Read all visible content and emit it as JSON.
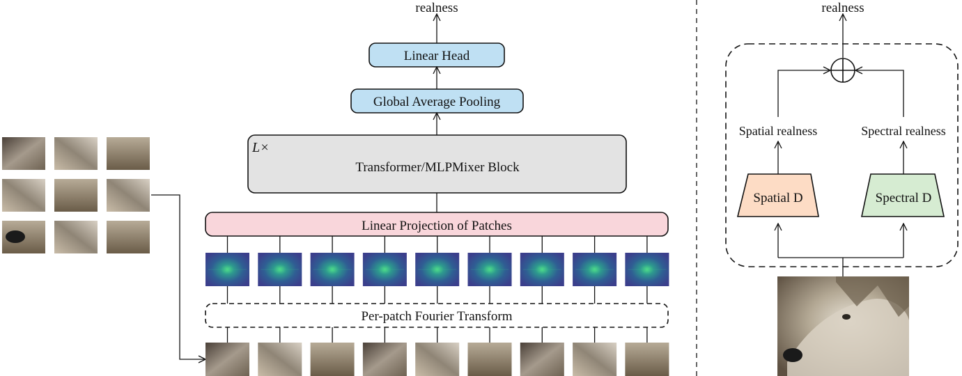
{
  "main": {
    "top_output": "realness",
    "linear_head": "Linear Head",
    "gap": "Global Average Pooling",
    "block_repeat": "L×",
    "block": "Transformer/MLPMixer Block",
    "projection": "Linear Projection of Patches",
    "fourier": "Per-patch Fourier Transform",
    "patch_count": 9
  },
  "right": {
    "top_output": "realness",
    "sum_symbol": "⊕",
    "spatial_output": "Spatial realness",
    "spectral_output": "Spectral realness",
    "spatial_d": "Spatial D",
    "spectral_d": "Spectral D"
  },
  "colors": {
    "head_fill": "#bfe0f3",
    "block_fill": "#e3e3e3",
    "proj_fill": "#f9d6db",
    "spatial_fill": "#fddcc5",
    "spectral_fill": "#d6ecd2",
    "spectrum": "#2a4a8a"
  }
}
